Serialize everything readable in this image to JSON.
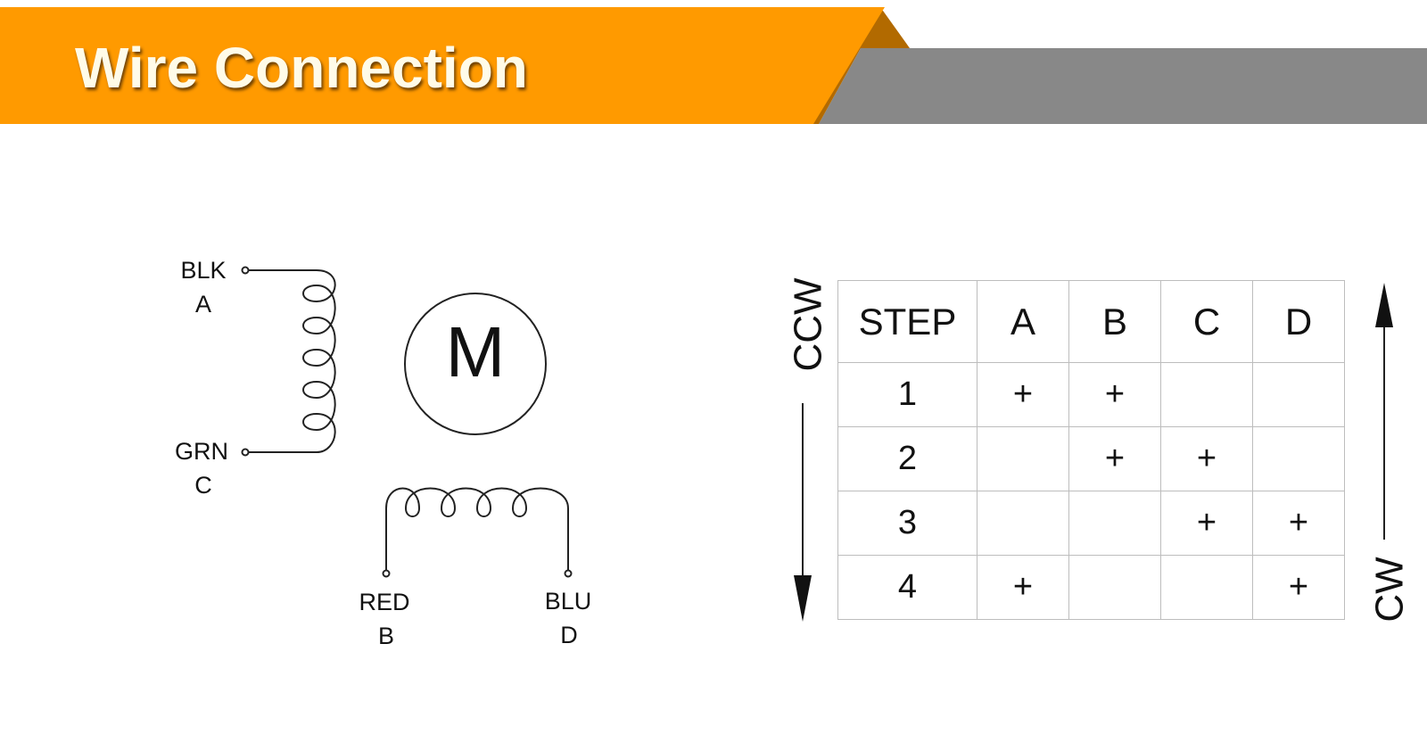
{
  "header": {
    "title": "Wire Connection",
    "colors": {
      "orange": "#ff9a00",
      "gray": "#888888"
    }
  },
  "wiring": {
    "motor_label": "M",
    "coil_1": {
      "top_wire": {
        "color": "BLK",
        "phase": "A"
      },
      "bottom_wire": {
        "color": "GRN",
        "phase": "C"
      }
    },
    "coil_2": {
      "left_wire": {
        "color": "RED",
        "phase": "B"
      },
      "right_wire": {
        "color": "BLU",
        "phase": "D"
      }
    }
  },
  "step_table": {
    "headers": [
      "STEP",
      "A",
      "B",
      "C",
      "D"
    ],
    "rows": [
      [
        "1",
        "+",
        "+",
        "",
        ""
      ],
      [
        "2",
        "",
        "+",
        "+",
        ""
      ],
      [
        "3",
        "",
        "",
        "+",
        "+"
      ],
      [
        "4",
        "+",
        "",
        "",
        "+"
      ]
    ],
    "ccw_label": "CCW",
    "cw_label": "CW"
  }
}
